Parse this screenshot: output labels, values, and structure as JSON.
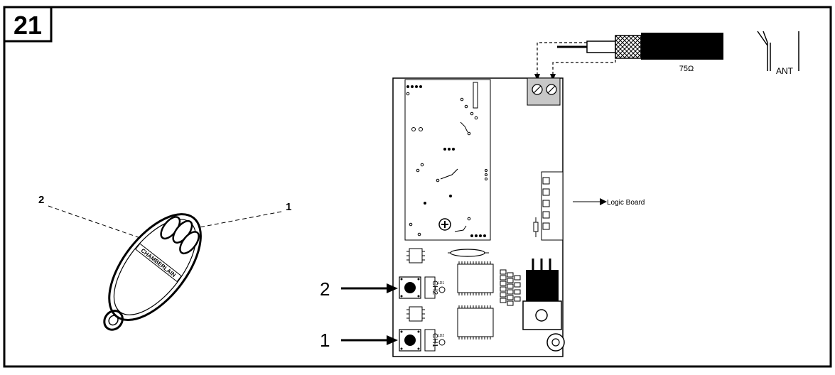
{
  "figure": {
    "number": "21",
    "colors": {
      "line": "#000000",
      "terminal": "#c8c8c8",
      "background": "#ffffff"
    }
  },
  "remote": {
    "brand": "CHAMBERLAIN",
    "labels": {
      "button_2": "2",
      "button_1": "1"
    }
  },
  "antenna": {
    "impedance": "75Ω",
    "symbol_label": "ANT"
  },
  "board": {
    "logic_board_label": "Logic Board",
    "buttons": [
      {
        "callout": "2",
        "channel": "CH2",
        "led": "LD1"
      },
      {
        "callout": "1",
        "channel": "CH1",
        "led": "LD2"
      }
    ]
  }
}
